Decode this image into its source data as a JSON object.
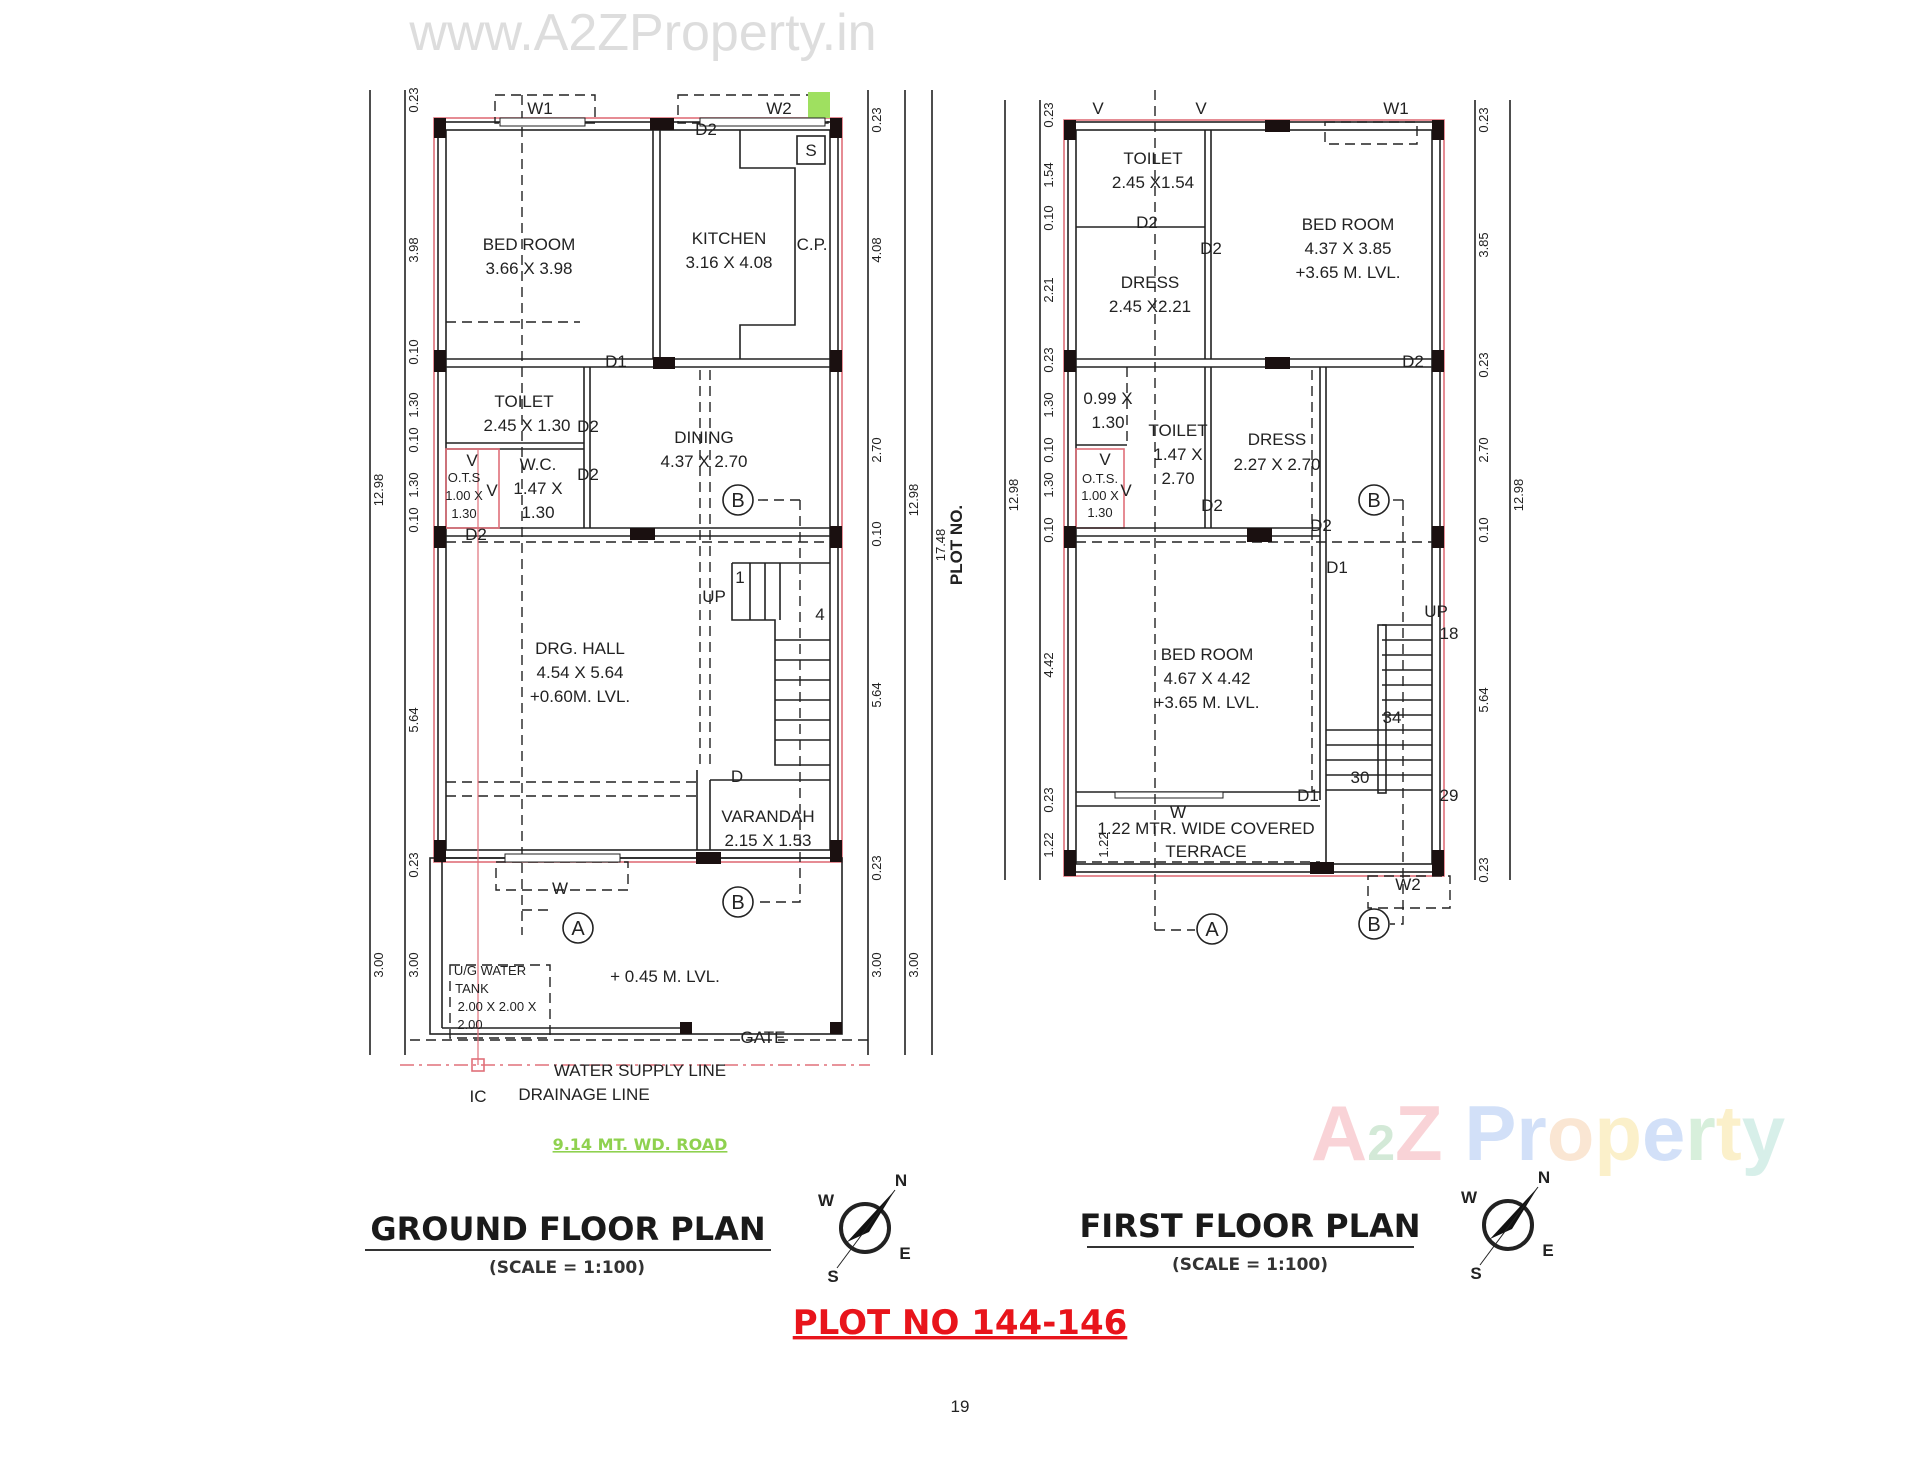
{
  "watermarks": {
    "url": "www.A2ZProperty.in",
    "logo": "A2Z Property"
  },
  "ground_floor": {
    "title": "GROUND FLOOR PLAN",
    "scale": "(SCALE = 1:100)",
    "bedroom": {
      "name": "BED ROOM",
      "dim": "3.66 X 3.98"
    },
    "kitchen": {
      "name": "KITCHEN",
      "dim": "3.16 X 4.08",
      "cp": "C.P.",
      "sink": "S"
    },
    "toilet": {
      "name": "TOILET",
      "dim": "2.45 X 1.30"
    },
    "dining": {
      "name": "DINING",
      "dim": "4.37 X 2.70"
    },
    "wc": {
      "name": "W.C.",
      "dim1": "1.47 X",
      "dim2": "1.30"
    },
    "ots": {
      "name": "O.T.S",
      "dim1": "1.00 X",
      "dim2": "1.30",
      "v": "V"
    },
    "drawing_hall": {
      "name": "DRG. HALL",
      "dim": "4.54 X 5.64",
      "level": "+0.60M. LVL."
    },
    "varandah": {
      "name": "VARANDAH",
      "dim": "2.15 X 1.53"
    },
    "front": {
      "level": "+ 0.45 M. LVL.",
      "gate": "GATE"
    },
    "tank": {
      "line1": "U/G WATER",
      "line2": "TANK",
      "line3": "2.00 X 2.00 X",
      "line4": "2.00"
    },
    "stairs": {
      "up": "UP",
      "start": "1",
      "end": "4",
      "door": "D"
    },
    "openings": {
      "w1": "W1",
      "w2": "W2",
      "w": "W",
      "d1": "D1",
      "d2": "D2"
    },
    "sections": {
      "a": "A",
      "b": "B"
    },
    "services": {
      "water": "WATER SUPPLY LINE",
      "drainage": "DRAINAGE LINE",
      "ic": "IC"
    },
    "road": "9.14 MT. WD. ROAD",
    "plot_label": "PLOT NO.",
    "dims_left_inner": [
      "0.23",
      "3.98",
      "0.10",
      "1.30",
      "0.10",
      "1.30",
      "0.10",
      "5.64",
      "0.23",
      "3.00"
    ],
    "dims_left_outer": [
      "12.98",
      "3.00"
    ],
    "dims_right_inner": [
      "0.23",
      "4.08",
      "2.70",
      "0.10",
      "5.64",
      "0.23",
      "3.00"
    ],
    "dims_right_mid": [
      "12.98",
      "3.00"
    ],
    "dims_right_outer": [
      "17.48"
    ]
  },
  "first_floor": {
    "title": "FIRST FLOOR PLAN",
    "scale": "(SCALE = 1:100)",
    "toilet1": {
      "name": "TOILET",
      "dim": "2.45 X1.54"
    },
    "bedroom1": {
      "name": "BED ROOM",
      "dim": "4.37 X 3.85",
      "level": "+3.65 M. LVL."
    },
    "dress1": {
      "name": "DRESS",
      "dim": "2.45 X2.21"
    },
    "shaft": {
      "dim1": "0.99 X",
      "dim2": "1.30"
    },
    "toilet2": {
      "name": "TOILET",
      "dim1": "1.47 X",
      "dim2": "2.70"
    },
    "dress2": {
      "name": "DRESS",
      "dim": "2.27 X 2.70"
    },
    "ots": {
      "name": "O.T.S.",
      "dim1": "1.00 X",
      "dim2": "1.30",
      "v": "V"
    },
    "bedroom2": {
      "name": "BED ROOM",
      "dim": "4.67 X 4.42",
      "level": "+3.65 M. LVL."
    },
    "terrace": {
      "line1": "1.22 MTR. WIDE COVERED",
      "line2": "TERRACE",
      "dim": "1.22"
    },
    "stairs": {
      "up": "UP",
      "n18": "18",
      "n34": "34",
      "n30": "30",
      "n29": "29"
    },
    "openings": {
      "v": "V",
      "w1": "W1",
      "w2": "W2",
      "w": "W",
      "d1": "D1",
      "d2": "D2"
    },
    "sections": {
      "a": "A",
      "b": "B"
    },
    "dims_left_inner": [
      "0.23",
      "1.54",
      "0.10",
      "2.21",
      "0.23",
      "1.30",
      "0.10",
      "1.30",
      "0.10",
      "4.42",
      "0.23",
      "1.22"
    ],
    "dims_left_outer": [
      "12.98"
    ],
    "dims_right_inner": [
      "0.23",
      "3.85",
      "0.23",
      "2.70",
      "0.10",
      "5.64",
      "0.23"
    ],
    "dims_right_outer": [
      "12.98"
    ]
  },
  "compass": {
    "n": "N",
    "s": "S",
    "e": "E",
    "w": "W"
  },
  "plot_number": "PLOT NO 144-146",
  "page_number": "19",
  "colors": {
    "plot_number": "#e8141b",
    "road": "#8fd14f",
    "wall_outline": "#e0707a"
  }
}
